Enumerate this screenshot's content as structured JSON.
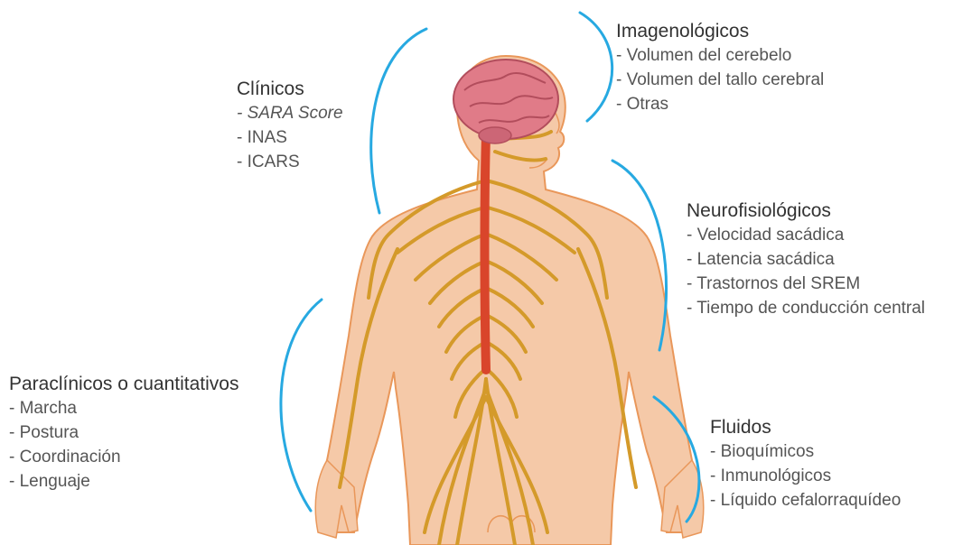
{
  "colors": {
    "bracket": "#27a9e1",
    "skin": "#f5c9a8",
    "skin_outline": "#e9975a",
    "nerve": "#d49a2a",
    "spine": "#d9452b",
    "brain": "#e07b88"
  },
  "groups": {
    "clinicos": {
      "title": "Clínicos",
      "items": [
        "- SARA Score",
        "- INAS",
        "- ICARS"
      ]
    },
    "imagenologicos": {
      "title": "Imagenológicos",
      "items": [
        "- Volumen del cerebelo",
        "- Volumen del tallo cerebral",
        "- Otras"
      ]
    },
    "neurofisiologicos": {
      "title": "Neurofisiológicos",
      "items": [
        "- Velocidad sacádica",
        "- Latencia sacádica",
        "- Trastornos del SREM",
        "- Tiempo de conducción central"
      ]
    },
    "paraclinicos": {
      "title": "Paraclínicos o cuantitativos",
      "items": [
        "- Marcha",
        "- Postura",
        "- Coordinación",
        "- Lenguaje"
      ]
    },
    "fluidos": {
      "title": "Fluidos",
      "items": [
        "- Bioquímicos",
        "- Inmunológicos",
        "- Líquido cefalorraquídeo"
      ]
    }
  }
}
